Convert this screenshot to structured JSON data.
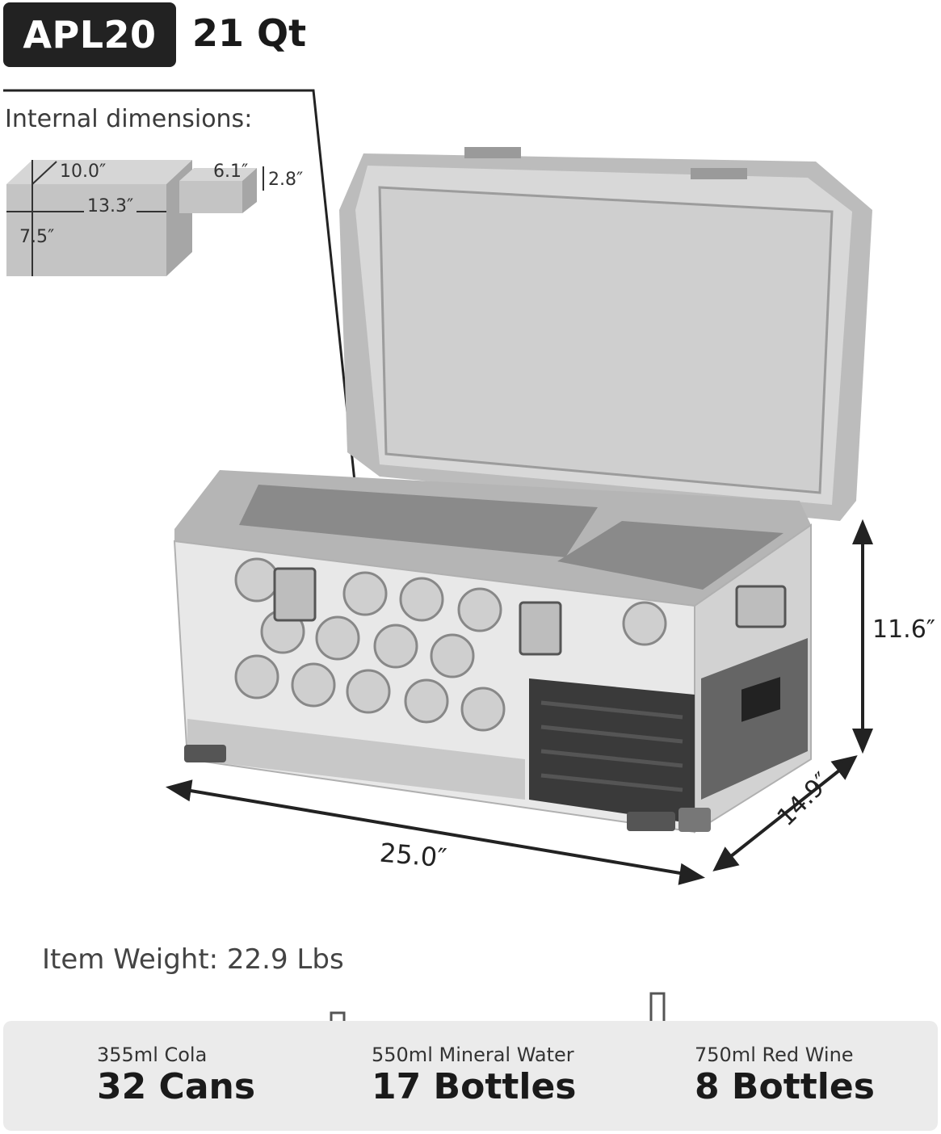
{
  "header": {
    "model": "APL20",
    "capacity": "21 Qt"
  },
  "internal": {
    "title": "Internal dimensions:",
    "main_depth": "10.0″",
    "main_width": "13.3″",
    "main_height": "7.5″",
    "side_width": "6.1″",
    "side_height": "2.8″"
  },
  "external": {
    "height": "11.6″",
    "length": "25.0″",
    "depth": "14.9″"
  },
  "weight": "Item Weight: 22.9 Lbs",
  "capacity_items": [
    {
      "icon": "can-icon",
      "label": "355ml Cola",
      "value": "32 Cans"
    },
    {
      "icon": "water-bottle-icon",
      "label": "550ml Mineral Water",
      "value": "17 Bottles"
    },
    {
      "icon": "wine-bottle-icon",
      "label": "750ml Red Wine",
      "value": "8 Bottles"
    }
  ],
  "colors": {
    "badge": "#222222",
    "cooler_gray": "#b9b9b9",
    "lid_inner": "#d4d4d4",
    "bar_background": "#ebebeb"
  }
}
